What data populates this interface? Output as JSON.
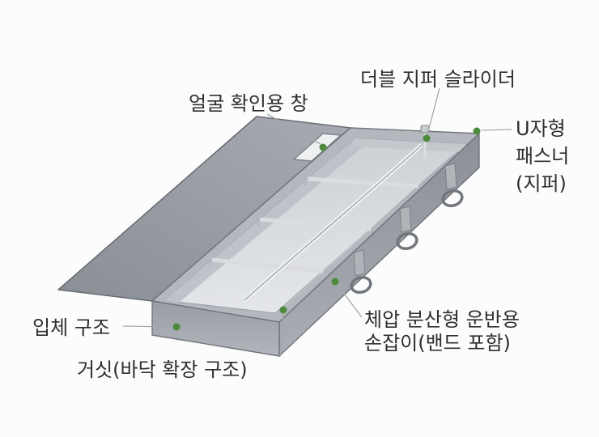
{
  "figure": {
    "background": "#fcfcfc",
    "dot_color": "#4c8b3c",
    "line_color": "#a3a7ac"
  },
  "labels": {
    "zipper_slider": "더블 지퍼 슬라이더",
    "face_window": "얼굴 확인용 창",
    "u_fastener": "U자형\n패스너\n(지퍼)",
    "structure": "입체 구조",
    "gusset": "거싯(바닥 확장 구조)",
    "handle": "체압 분산형 운반용\n손잡이(밴드 포함)"
  }
}
